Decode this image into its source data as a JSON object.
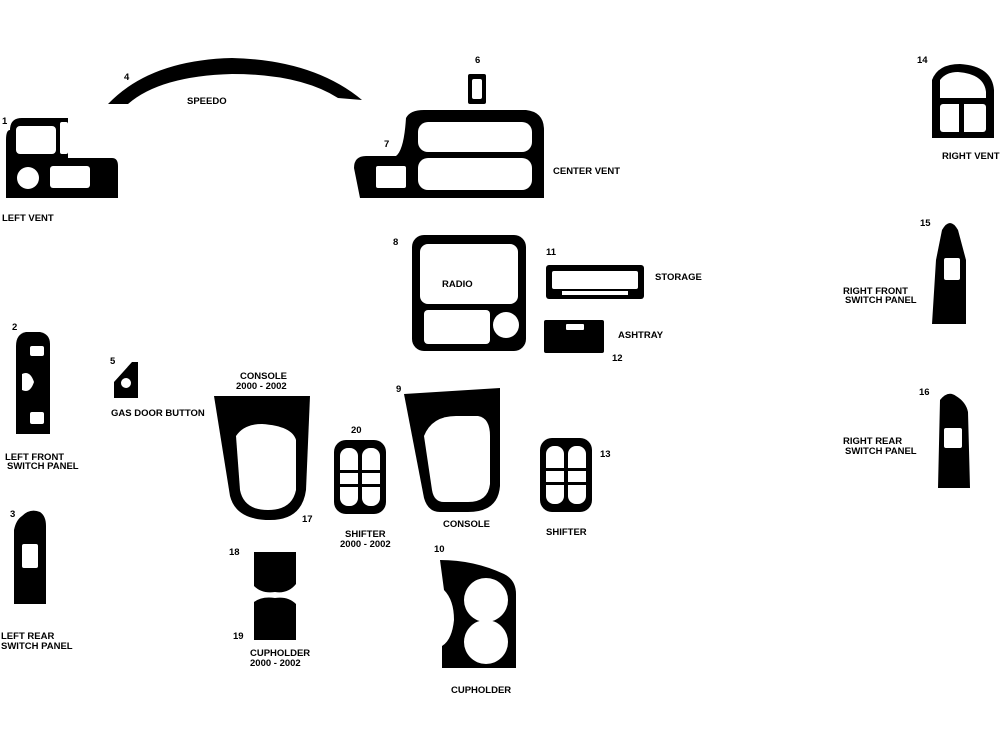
{
  "parts": [
    {
      "id": "left-vent",
      "number": "1",
      "label": "LEFT VENT"
    },
    {
      "id": "left-front-switch",
      "number": "2",
      "label": [
        "LEFT FRONT",
        "SWITCH PANEL"
      ]
    },
    {
      "id": "left-rear-switch",
      "number": "3",
      "label": [
        "LEFT REAR",
        "SWITCH PANEL"
      ]
    },
    {
      "id": "speedo",
      "number": "4",
      "label": "SPEEDO"
    },
    {
      "id": "gas-door-button",
      "number": "5",
      "label": "GAS DOOR BUTTON"
    },
    {
      "id": "small-piece-6",
      "number": "6",
      "label": ""
    },
    {
      "id": "center-vent",
      "number": "7",
      "label": "CENTER VENT"
    },
    {
      "id": "radio",
      "number": "8",
      "label": "RADIO"
    },
    {
      "id": "console",
      "number": "9",
      "label": "CONSOLE"
    },
    {
      "id": "cupholder",
      "number": "10",
      "label": "CUPHOLDER"
    },
    {
      "id": "storage",
      "number": "11",
      "label": "STORAGE"
    },
    {
      "id": "ashtray",
      "number": "12",
      "label": "ASHTRAY"
    },
    {
      "id": "shifter",
      "number": "13",
      "label": "SHIFTER"
    },
    {
      "id": "right-vent",
      "number": "14",
      "label": "RIGHT VENT"
    },
    {
      "id": "right-front-switch",
      "number": "15",
      "label": [
        "RIGHT FRONT",
        "SWITCH PANEL"
      ]
    },
    {
      "id": "right-rear-switch",
      "number": "16",
      "label": [
        "RIGHT REAR",
        "SWITCH PANEL"
      ]
    },
    {
      "id": "console-2000-2002",
      "number": "17",
      "label": [
        "CONSOLE",
        "2000 - 2002"
      ]
    },
    {
      "id": "cupholder-2000-2002-top",
      "number": "18",
      "label": ""
    },
    {
      "id": "cupholder-2000-2002-bottom",
      "number": "19",
      "label": [
        "CUPHOLDER",
        "2000 - 2002"
      ]
    },
    {
      "id": "shifter-2000-2002",
      "number": "20",
      "label": [
        "SHIFTER",
        "2000 - 2002"
      ]
    }
  ]
}
